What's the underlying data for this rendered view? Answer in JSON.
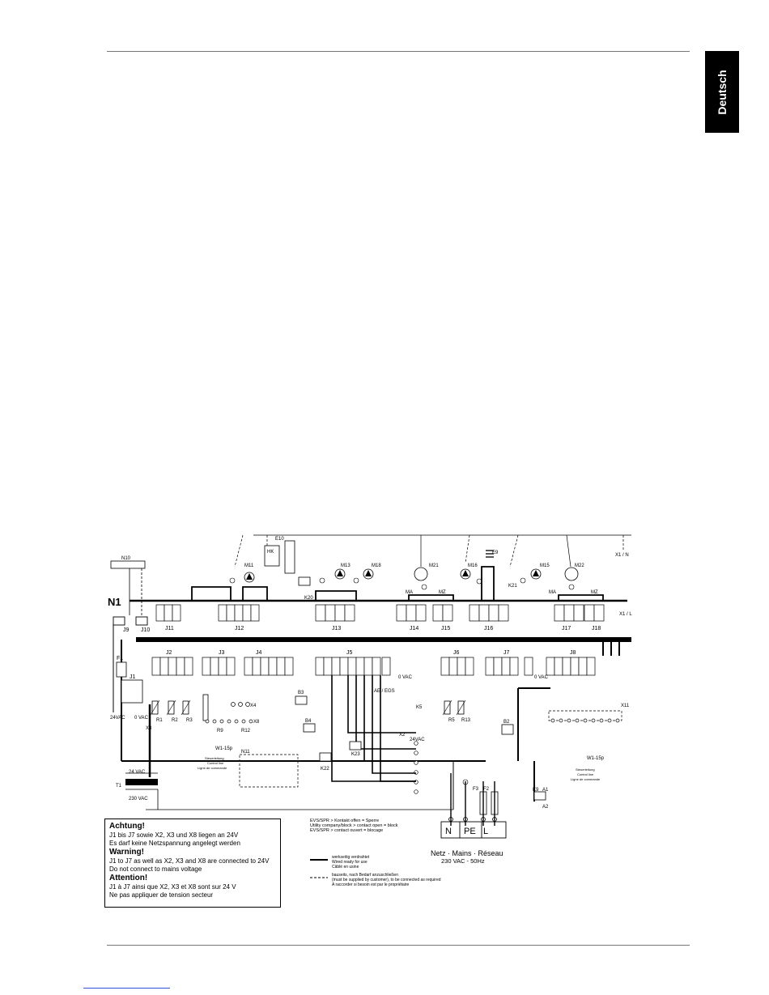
{
  "language_tab": "Deutsch",
  "warnings": [
    {
      "heading": "Achtung!",
      "lines": [
        "J1 bis J7 sowie X2, X3 und X8 liegen an 24V",
        "Es darf keine Netzspannung angelegt werden"
      ]
    },
    {
      "heading": "Warning!",
      "lines": [
        "J1 to J7 as well as X2, X3 and X8 are connected to 24V",
        "Do not connect to mains voltage"
      ]
    },
    {
      "heading": "Attention!",
      "lines": [
        "J1 à J7 ainsi que X2, X3 et X8 sont sur 24 V",
        "Ne pas appliquer de tension secteur"
      ]
    }
  ],
  "evs_notes": [
    "EVS/SPR > Kontakt offen = Sperre",
    "Utility company/block > contact open = block",
    "EVS/SPR > contact ouvert = blocage"
  ],
  "legend": {
    "solid": [
      "werkseitig verdrahtet",
      "Wired ready for use",
      "Câblé en usine"
    ],
    "dashed": [
      "bauseits, nach Bedarf anzuschließen",
      "(must be supplied by customer), to be connected as required",
      "A raccorder si besoin est par le propriétaire"
    ]
  },
  "mains": {
    "line1": "Netz · Mains · Réseau",
    "line2": "230 VAC - 50Hz",
    "terminals": [
      "N",
      "PE",
      "L"
    ]
  },
  "control_line": [
    "Steuerleitung",
    "Control line",
    "Ligne de commande"
  ],
  "labels": {
    "n1": "N1",
    "n10": "N10",
    "x1n": "X1 / N",
    "x1l": "X1 / L",
    "j_top": [
      "J9",
      "J10",
      "J11",
      "J12",
      "J13",
      "J14",
      "J15",
      "J16",
      "J17",
      "J18"
    ],
    "j_bottom": [
      "J1",
      "J2",
      "J3",
      "J4",
      "J5",
      "J6",
      "J7",
      "J8"
    ],
    "motors": [
      "M11",
      "M13",
      "M18",
      "M21",
      "M16",
      "M15",
      "M22"
    ],
    "relays": [
      "E10",
      "HK",
      "K20",
      "E9",
      "K21",
      "K9",
      "A1",
      "A2",
      "F1",
      "F2",
      "F3",
      "T1",
      "B2",
      "B3",
      "B4",
      "K22",
      "K23",
      "N11"
    ],
    "sensors": [
      "R1",
      "R2",
      "R3",
      "R5",
      "R13",
      "R9",
      "R12",
      "X3",
      "X4",
      "X8",
      "X11",
      "X2",
      "K5"
    ],
    "voltages": [
      "24VAC",
      "0 VAC",
      "24 VAC",
      "230 VAC",
      "24VAC",
      "0 VAC",
      "0 VAC"
    ],
    "cables": [
      "W1-15p",
      "W1-15p"
    ],
    "aeegs": "AE / EGS",
    "ma_mz": [
      "MA",
      "MZ",
      "MA",
      "MZ"
    ]
  }
}
